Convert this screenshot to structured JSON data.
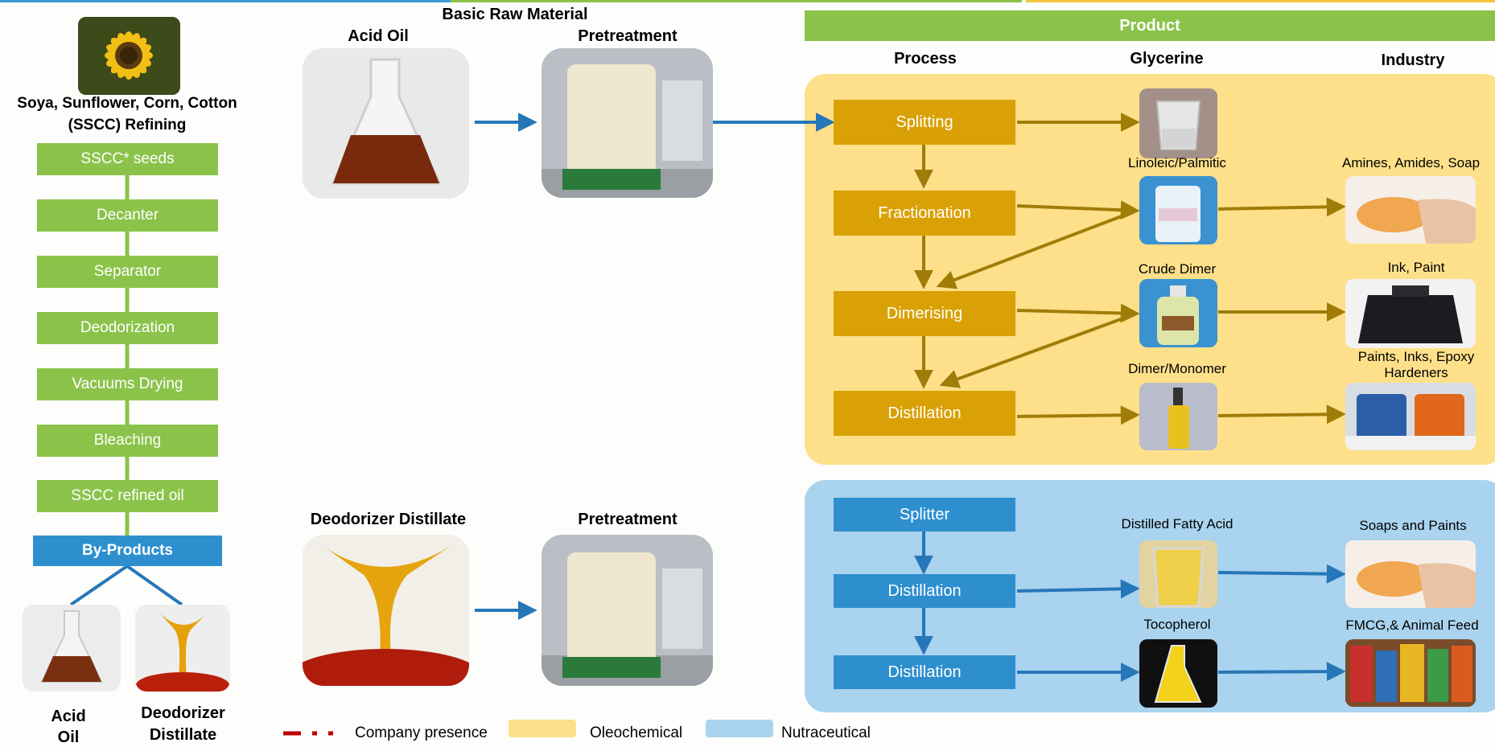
{
  "colors": {
    "green": "#8bc34a",
    "gold": "#d9a106",
    "olive_arrow": "#a07c08",
    "yellow_panel": "#fee08a",
    "blue_panel": "#a9d3ee",
    "blue_box": "#2e8fcf",
    "blue_arrow": "#2677b8",
    "red": "#c00000"
  },
  "left": {
    "title_line1": "Soya, Sunflower, Corn, Cotton",
    "title_line2": "(SSCC) Refining",
    "steps": [
      "SSCC* seeds",
      "Decanter",
      "Separator",
      "Deodorization",
      "Vacuums Drying",
      "Bleaching",
      "SSCC refined oil"
    ],
    "byproducts": "By-Products",
    "bp1_line1": "Acid",
    "bp1_line2": "Oil",
    "bp2_line1": "Deodorizer",
    "bp2_line2": "Distillate"
  },
  "raw": {
    "title": "Basic Raw Material",
    "acid_oil": "Acid Oil",
    "pretreatment_top": "Pretreatment",
    "deodorizer_distillate": "Deodorizer Distillate",
    "pretreatment_bottom": "Pretreatment"
  },
  "product": {
    "banner": "Product",
    "col_process": "Process",
    "col_glycerine": "Glycerine",
    "col_industry": "Industry"
  },
  "oleo": {
    "processes": [
      "Splitting",
      "Fractionation",
      "Dimerising",
      "Distillation"
    ],
    "products": [
      "Linoleic/Palmitic",
      "Crude Dimer",
      "Dimer/Monomer"
    ],
    "industries": [
      "Amines, Amides, Soap",
      "Ink, Paint",
      "Paints, Inks, Epoxy",
      "Hardeners"
    ]
  },
  "nutra": {
    "processes": [
      "Splitter",
      "Distillation",
      "Distillation"
    ],
    "products": [
      "Distilled Fatty Acid",
      "Tocopherol"
    ],
    "industries": [
      "Soaps and Paints",
      "FMCG,& Animal Feed"
    ]
  },
  "legend": {
    "company_presence": "Company presence",
    "oleochemical": "Oleochemical",
    "nutraceutical": "Nutraceutical"
  }
}
